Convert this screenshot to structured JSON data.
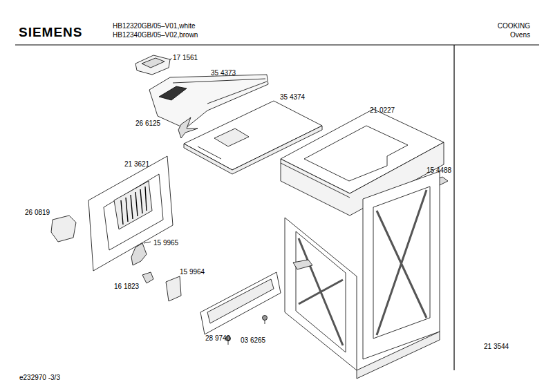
{
  "diagram": {
    "labels": [
      "SIEMENS",
      "HB12320GB/05–V01,white",
      "HB12340GB/05–V02,brown",
      "COOKING",
      "Ovens",
      "17 1561",
      "35 4373",
      "35 4374",
      "21 0227",
      "26 6125",
      "21 3621",
      "15 4488",
      "26 0819",
      "15 9965",
      "15 9964",
      "16 1823",
      "28 9740",
      "03 6265",
      "21 3544",
      "e232970  -3/3"
    ]
  }
}
